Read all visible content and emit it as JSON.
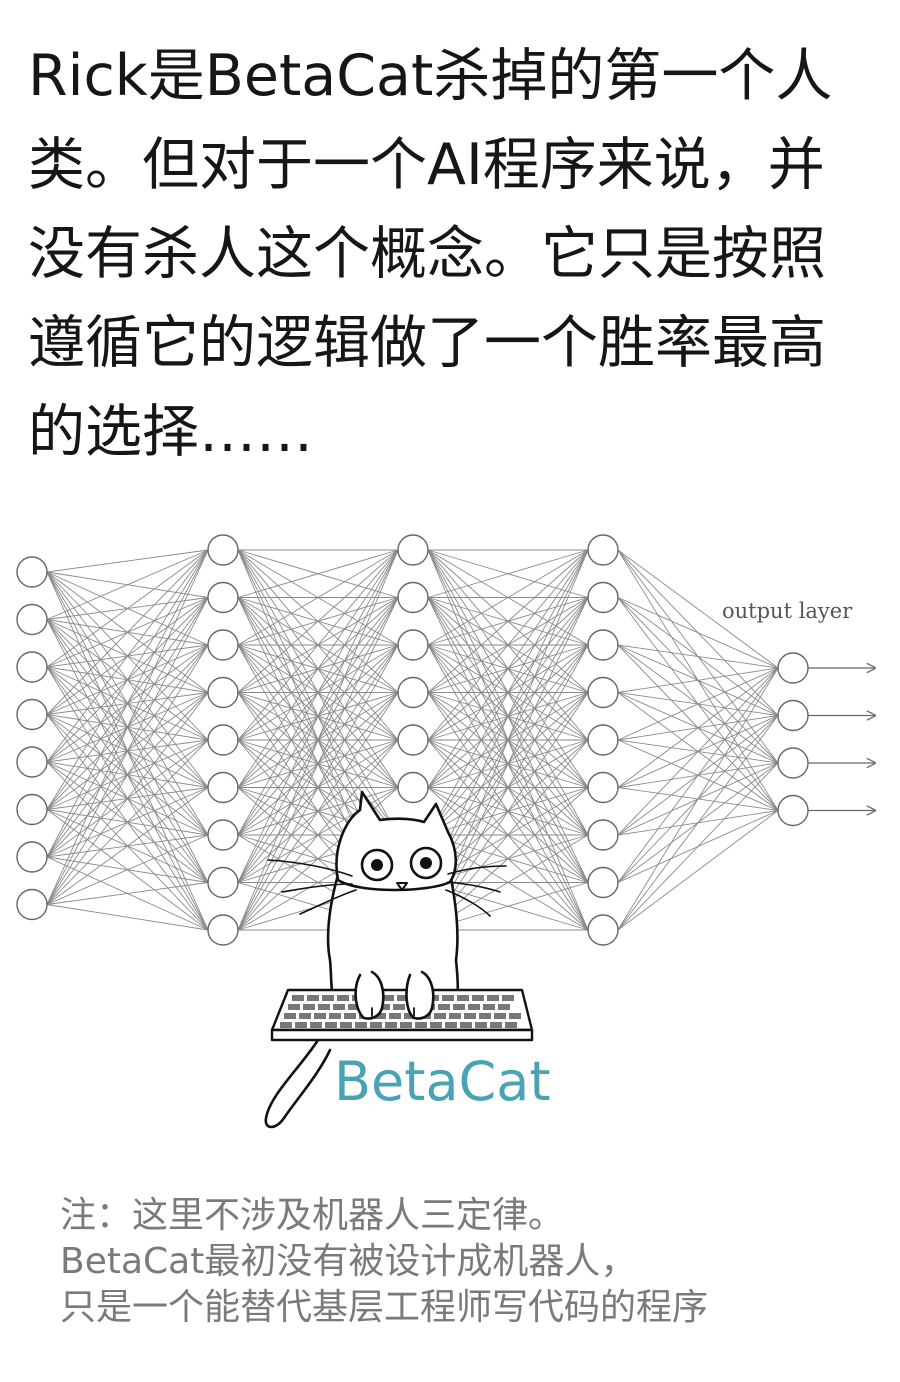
{
  "main_text": {
    "lines": [
      "Rick是BetaCat杀掉的第一个人",
      "类。但对于一个AI程序来说，并",
      "没有杀人这个概念。它只是按照",
      "遵循它的逻辑做了一个胜率最高",
      "的选择……"
    ]
  },
  "figure": {
    "output_layer_label": "output layer",
    "cat_name": "BetaCat",
    "cat_name_color": "#4aa3b5",
    "line_color": "#8a8a8a"
  },
  "note": {
    "lines": [
      "注：这里不涉及机器人三定律。",
      "BetaCat最初没有被设计成机器人，",
      "只是一个能替代基层工程师写代码的程序"
    ]
  }
}
